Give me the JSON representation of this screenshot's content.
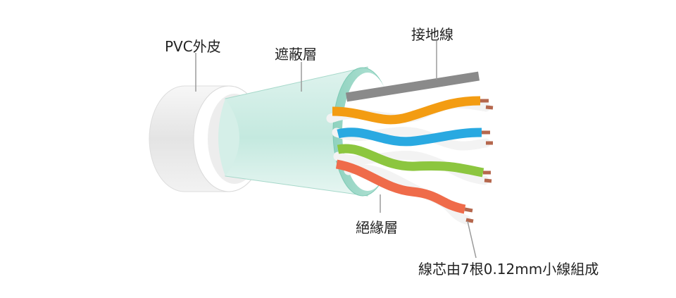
{
  "labels": {
    "pvc_jacket": "PVC外皮",
    "shield": "遮蔽層",
    "ground_wire": "接地線",
    "insulation": "絕緣層",
    "conductor": "線芯由7根0.12mm小線組成"
  },
  "colors": {
    "jacket": "#e9e9e9",
    "shield": "#bfe6dc",
    "ground_wire": "#8a8a8a",
    "pair_orange": "#f39c12",
    "pair_blue": "#29a9e1",
    "pair_green": "#8cc63f",
    "pair_red": "#ef6b4a",
    "white_strand": "#f2f2f2",
    "copper": "#b5674d"
  }
}
